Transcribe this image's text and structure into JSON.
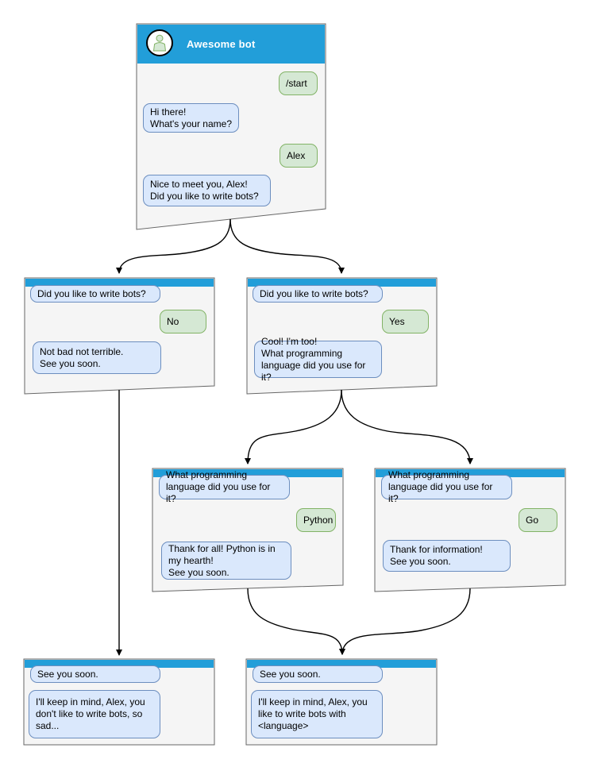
{
  "colors": {
    "header": "#229ED9",
    "node_fill": "#F5F5F5",
    "node_stroke": "#666666",
    "bot_bubble_fill": "#DAE8FC",
    "bot_bubble_stroke": "#6C8EBF",
    "user_bubble_fill": "#D5E8D4",
    "user_bubble_stroke": "#82B366",
    "arrow": "#000000",
    "title_text": "#FFFFFF"
  },
  "root": {
    "title": "Awesome bot",
    "avatar_icon": "person-icon",
    "messages": [
      {
        "from": "user",
        "text": "/start"
      },
      {
        "from": "bot",
        "text": "Hi there!\nWhat's your name?"
      },
      {
        "from": "user",
        "text": "Alex"
      },
      {
        "from": "bot",
        "text": "Nice to meet you, Alex!\nDid you like to write bots?"
      }
    ]
  },
  "branch_no": {
    "messages": [
      {
        "from": "bot",
        "text": "Did you like to write bots?"
      },
      {
        "from": "user",
        "text": "No"
      },
      {
        "from": "bot",
        "text": "Not bad not terrible.\nSee you soon."
      }
    ]
  },
  "branch_yes": {
    "messages": [
      {
        "from": "bot",
        "text": "Did you like to write bots?"
      },
      {
        "from": "user",
        "text": "Yes"
      },
      {
        "from": "bot",
        "text": "Cool! I'm too!\nWhat programming\nlanguage did you use for it?"
      }
    ]
  },
  "lang_python": {
    "messages": [
      {
        "from": "bot",
        "text": "What programming\nlanguage did you use for it?"
      },
      {
        "from": "user",
        "text": "Python"
      },
      {
        "from": "bot",
        "text": "Thank for all! Python is in\nmy hearth!\nSee you soon."
      }
    ]
  },
  "lang_go": {
    "messages": [
      {
        "from": "bot",
        "text": "What programming\nlanguage did you use for it?"
      },
      {
        "from": "user",
        "text": "Go"
      },
      {
        "from": "bot",
        "text": "Thank for information!\nSee you soon."
      }
    ]
  },
  "end_no": {
    "messages": [
      {
        "from": "bot",
        "text": "See you soon."
      },
      {
        "from": "bot",
        "text": "I'll keep in mind, Alex, you\ndon't like to write bots, so\nsad..."
      }
    ]
  },
  "end_lang": {
    "messages": [
      {
        "from": "bot",
        "text": "See you soon."
      },
      {
        "from": "bot",
        "text": "I'll keep in mind, Alex, you\nlike to write bots with\n<language>"
      }
    ]
  }
}
